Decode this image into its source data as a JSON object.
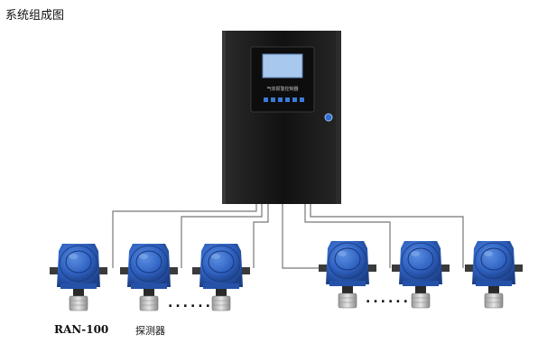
{
  "title": "系统组成图",
  "controller": {
    "panel_label": "气体报警控制器"
  },
  "labels": {
    "model": "RAN-100",
    "detector": "探测器"
  },
  "dots": "......",
  "colors": {
    "cabinet": "#1a1a1a",
    "detector_blue": "#2f62c2",
    "screen": "#a9c8ee",
    "wire": "#777777"
  }
}
